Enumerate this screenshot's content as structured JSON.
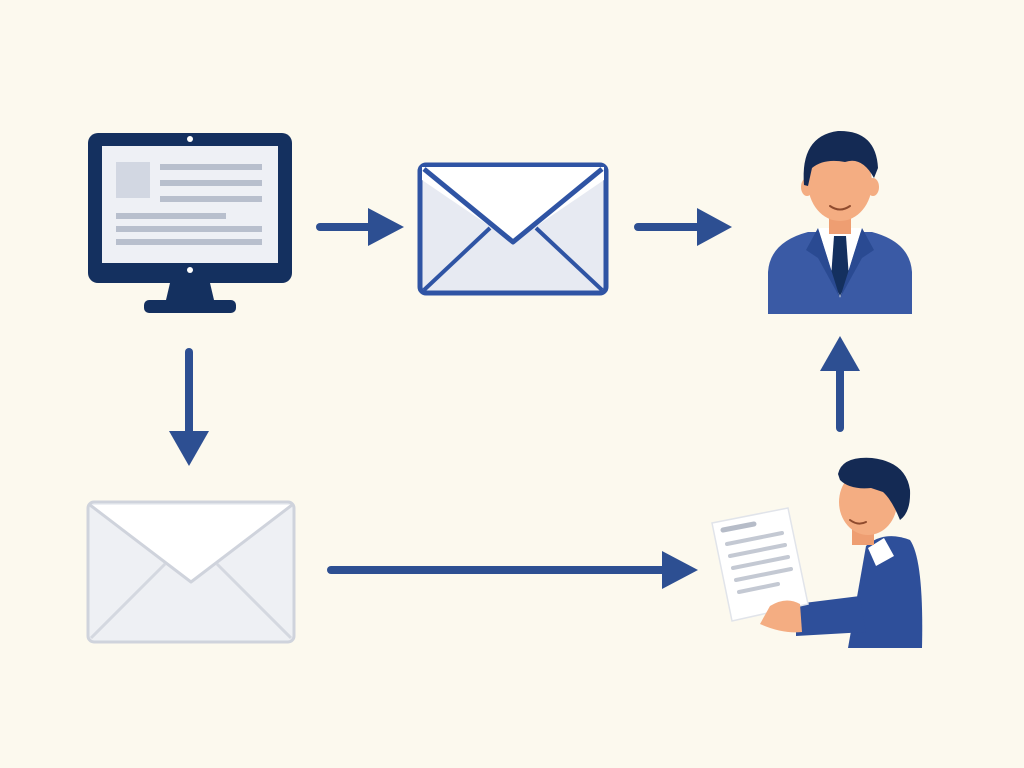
{
  "colors": {
    "background": "#fcf9ee",
    "navy": "#14305f",
    "blue": "#2f54a4",
    "suit": "#3a5aa5",
    "arrow": "#2d4f92",
    "skin": "#f4ad82",
    "hair": "#142a54",
    "envelope_fill": "#e7eaf2",
    "envelope_light": "#eef0f4",
    "envelope_light_stroke": "#cfd3dc",
    "paper": "#ffffff"
  },
  "nodes": [
    {
      "id": "computer",
      "icon": "computer-monitor-icon"
    },
    {
      "id": "sent-email",
      "icon": "email-envelope-icon"
    },
    {
      "id": "recipient",
      "icon": "businessman-avatar-icon"
    },
    {
      "id": "draft-email",
      "icon": "unsent-envelope-icon"
    },
    {
      "id": "reader",
      "icon": "person-reading-document-icon"
    }
  ],
  "edges": [
    {
      "from": "computer",
      "to": "sent-email"
    },
    {
      "from": "sent-email",
      "to": "recipient"
    },
    {
      "from": "computer",
      "to": "draft-email"
    },
    {
      "from": "draft-email",
      "to": "reader"
    },
    {
      "from": "reader",
      "to": "recipient"
    }
  ]
}
